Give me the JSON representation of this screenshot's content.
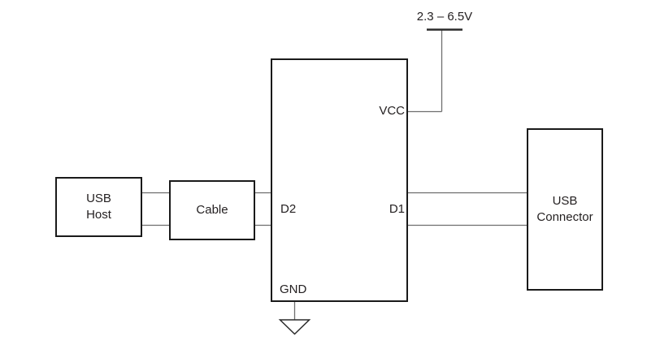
{
  "diagram": {
    "supply": {
      "label": "2.3 – 6.5V"
    },
    "blocks": {
      "usb_host": {
        "line1": "USB",
        "line2": "Host"
      },
      "cable": {
        "label": "Cable"
      },
      "usb_connector": {
        "line1": "USB",
        "line2": "Connector"
      }
    },
    "ic_pins": {
      "vcc": "VCC",
      "d2": "D2",
      "d1": "D1",
      "gnd": "GND"
    }
  },
  "colors": {
    "background": "#ffffff",
    "box_border": "#1a1a1a",
    "wire": "#6e6e6e",
    "rail": "#2b2b2b",
    "text": "#231f20"
  }
}
